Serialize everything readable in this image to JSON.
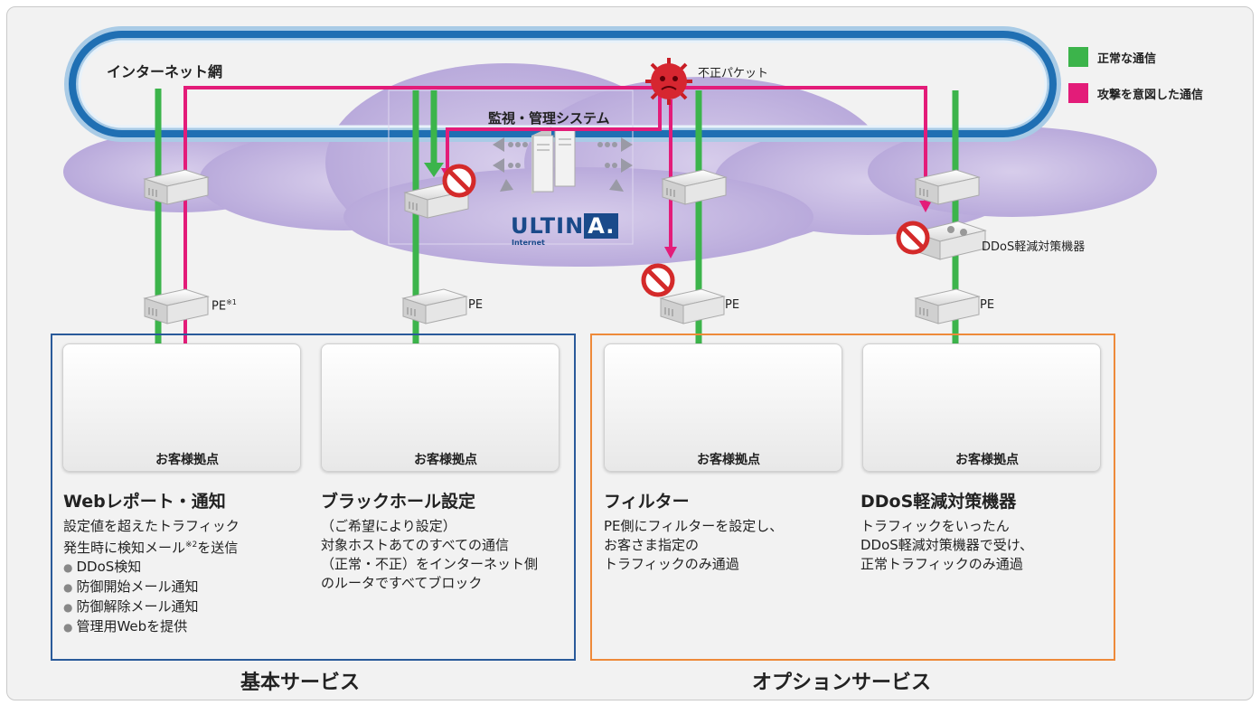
{
  "legend": {
    "normal": {
      "label": "正常な通信",
      "color": "#3cb44b"
    },
    "attack": {
      "label": "攻撃を意図した通信",
      "color": "#e31c79"
    }
  },
  "network": {
    "internet_label": "インターネット網",
    "bad_packet_label": "不正パケット",
    "monitor_label": "監視・管理システム",
    "brand": {
      "main": "ULTIN",
      "accent": "A.",
      "sub": "Internet"
    },
    "ddos_device_label": "DDoS軽減対策機器"
  },
  "pe_labels": [
    "PE",
    "PE",
    "PE",
    "PE"
  ],
  "pe_footnote": "※1",
  "sites": [
    "お客様拠点",
    "お客様拠点",
    "お客様拠点",
    "お客様拠点"
  ],
  "boxes": [
    {
      "title": "Webレポート・通知",
      "desc_line1": "設定値を超えたトラフィック",
      "desc_line2a": "発生時に検知メール",
      "desc_note": "※2",
      "desc_line2b": "を送信",
      "features": [
        "DDoS検知",
        "防御開始メール通知",
        "防御解除メール通知",
        "管理用Webを提供"
      ]
    },
    {
      "title": "ブラックホール設定",
      "desc": "（ご希望により設定）\n対象ホストあてのすべての通信\n（正常・不正）をインターネット側\nのルータですべてブロック"
    },
    {
      "title": "フィルター",
      "desc": "PE側にフィルターを設定し、\nお客さま指定の\nトラフィックのみ通過"
    },
    {
      "title": "DDoS軽減対策機器",
      "desc": "トラフィックをいったん\nDDoS軽減対策機器で受け、\n正常トラフィックのみ通過"
    }
  ],
  "groups": {
    "basic": {
      "label": "基本サービス",
      "color": "#2a5a9a"
    },
    "option": {
      "label": "オプションサービス",
      "color": "#ee8a3a"
    }
  }
}
